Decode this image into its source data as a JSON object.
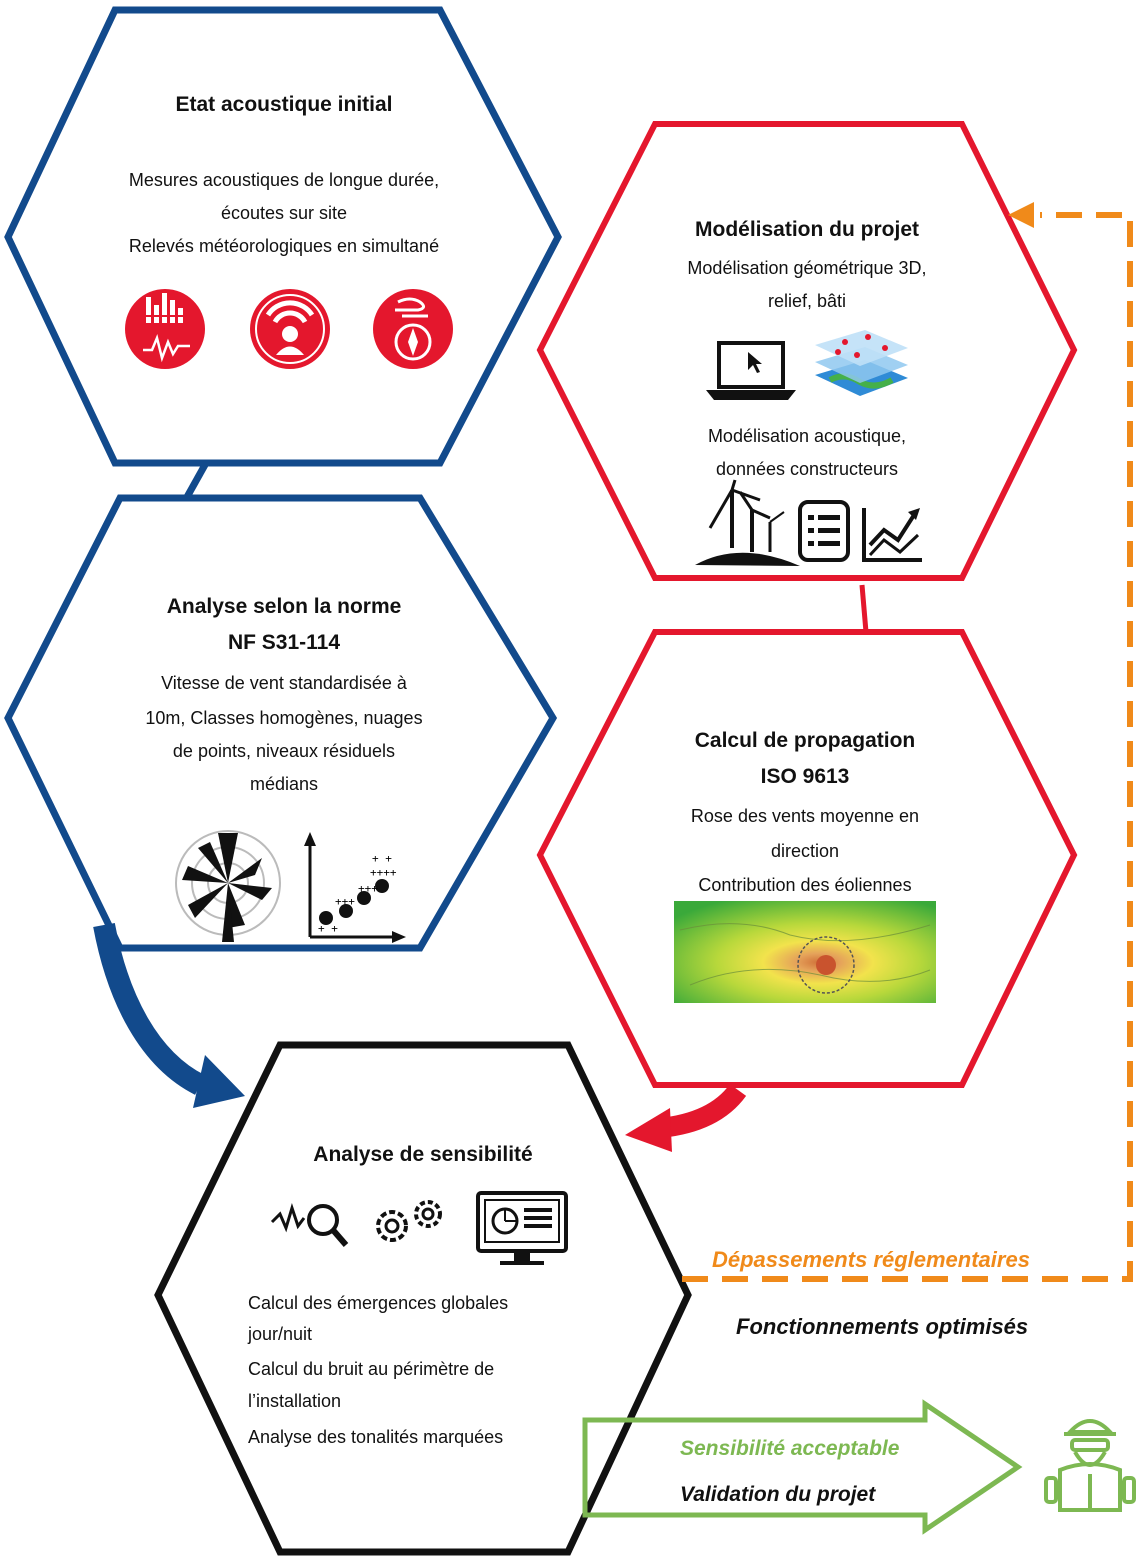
{
  "colors": {
    "blue": "#124a8c",
    "red": "#e4172d",
    "black": "#111111",
    "orange": "#f08a1a",
    "green": "#7db852"
  },
  "initial_state": {
    "title": "Etat acoustique initial",
    "line1": "Mesures acoustiques de longue durée,",
    "line2": "écoutes sur site",
    "line3": "Relevés météorologiques en simultané",
    "icons": [
      "sound-level-meter-icon",
      "listening-person-icon",
      "weather-compass-icon"
    ]
  },
  "analysis_norm": {
    "title1": "Analyse selon la norme",
    "title2": "NF S31-114",
    "line1": "Vitesse de vent standardisée à",
    "line2": "10m, Classes homogènes, nuages",
    "line3": "de points, niveaux résiduels",
    "line4": "médians",
    "icons": [
      "wind-rose-icon",
      "scatter-plot-icon"
    ]
  },
  "project_model": {
    "title": "Modélisation du projet",
    "line1": "Modélisation géométrique 3D,",
    "line2": "relief, bâti",
    "line3": "Modélisation acoustique,",
    "line4": "données constructeurs",
    "icons": [
      "laptop-icon",
      "terrain-layers-icon",
      "wind-turbines-icon",
      "document-list-icon",
      "trend-chart-icon"
    ]
  },
  "propagation": {
    "title1": "Calcul de propagation",
    "title2": "ISO 9613",
    "line1": "Rose des vents moyenne en",
    "line2": "direction",
    "line3": "Contribution des éoliennes",
    "icons": [
      "noise-map-image"
    ]
  },
  "sensitivity": {
    "title": "Analyse de sensibilité",
    "line1": "Calcul des émergences globales",
    "line2": "jour/nuit",
    "line3": "Calcul du bruit au périmètre de",
    "line4": "l’installation",
    "line5": "Analyse des tonalités marquées",
    "icons": [
      "signal-search-icon",
      "gears-icon",
      "monitor-dashboard-icon"
    ]
  },
  "outcomes": {
    "exceed": "Dépassements réglementaires",
    "optimized": "Fonctionnements optimisés",
    "acceptable": "Sensibilité acceptable",
    "validation": "Validation du projet",
    "icons": [
      "engineer-icon"
    ]
  }
}
